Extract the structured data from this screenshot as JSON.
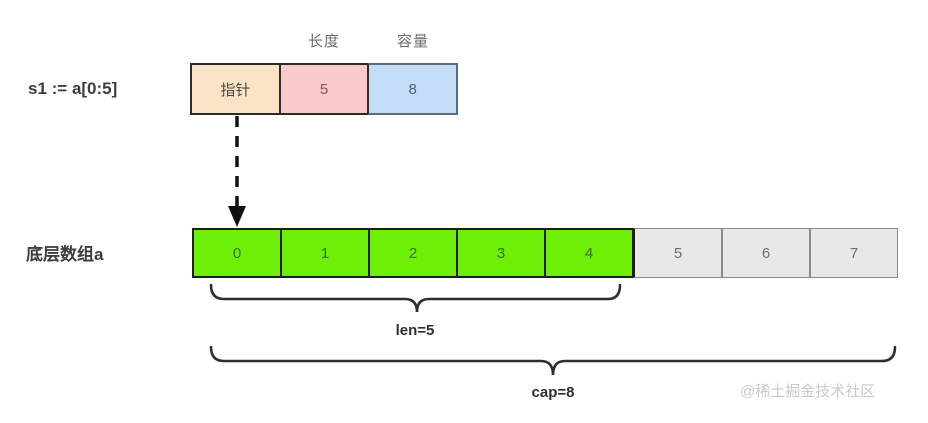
{
  "diagram": {
    "title_labels": {
      "slice_row": "s1 := a[0:5]",
      "array_row": "底层数组a"
    },
    "column_headers": {
      "length": "长度",
      "capacity": "容量"
    },
    "slice_header": {
      "pointer_label": "指针",
      "length_value": "5",
      "capacity_value": "8"
    },
    "backing_array": {
      "cells": [
        {
          "index": "0",
          "state": "used"
        },
        {
          "index": "1",
          "state": "used"
        },
        {
          "index": "2",
          "state": "used"
        },
        {
          "index": "3",
          "state": "used"
        },
        {
          "index": "4",
          "state": "used"
        },
        {
          "index": "5",
          "state": "free"
        },
        {
          "index": "6",
          "state": "free"
        },
        {
          "index": "7",
          "state": "free"
        }
      ]
    },
    "braces": {
      "len_caption": "len=5",
      "cap_caption": "cap=8"
    },
    "watermark": "@稀土掘金技术社区",
    "colors": {
      "pointer_fill": "#fbe3c7",
      "length_fill": "#f9c8c9",
      "capacity_fill": "#c3dcf7",
      "used_cell_fill": "#6ef006",
      "free_cell_fill": "#e8e8e8",
      "stroke": "#2b2b2b",
      "background": "#ffffff"
    }
  }
}
